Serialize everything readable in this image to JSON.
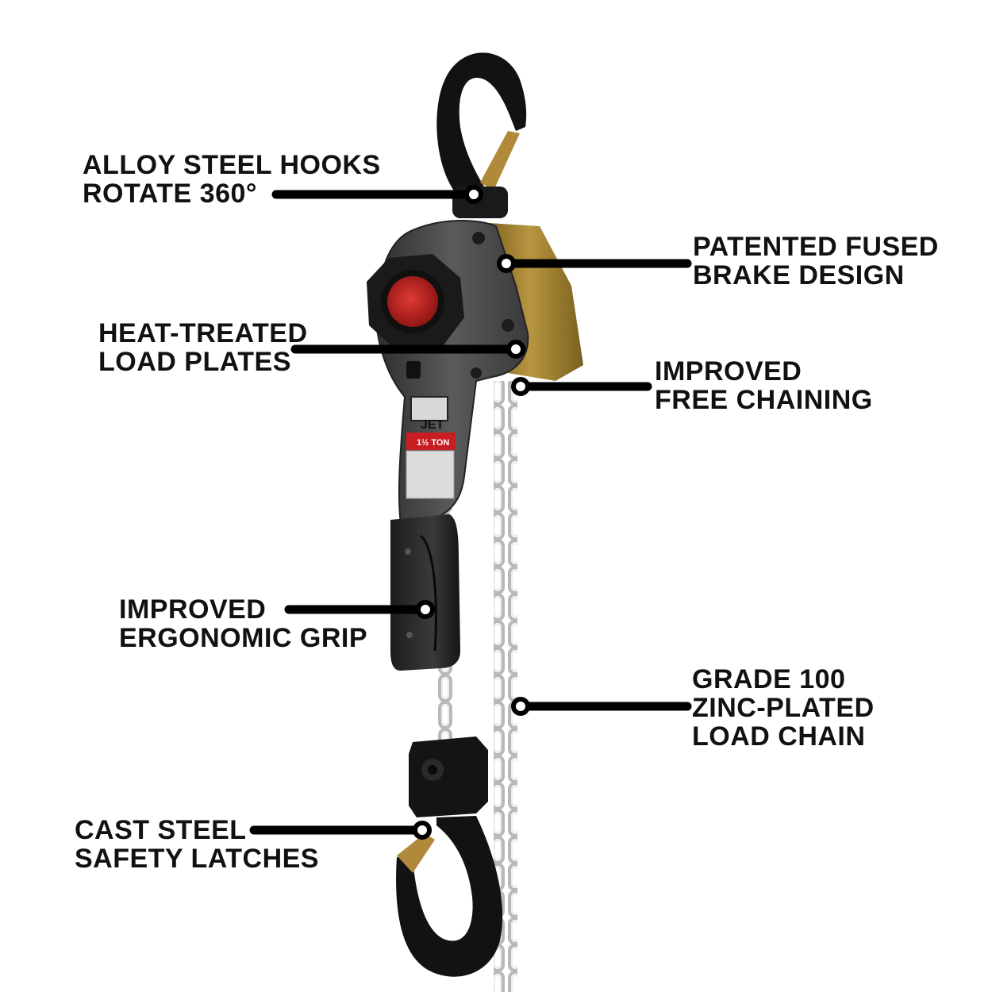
{
  "callouts": {
    "hooks": {
      "line1": "ALLOY STEEL HOOKS",
      "line2": "ROTATE 360°"
    },
    "brake": {
      "line1": "PATENTED FUSED",
      "line2": "BRAKE DESIGN"
    },
    "plates": {
      "line1": "HEAT-TREATED",
      "line2": "LOAD PLATES"
    },
    "chaining": {
      "line1": "IMPROVED",
      "line2": "FREE CHAINING"
    },
    "grip": {
      "line1": "IMPROVED",
      "line2": "ERGONOMIC GRIP"
    },
    "chain": {
      "line1": "GRADE 100",
      "line2": "ZINC-PLATED",
      "line3": "LOAD CHAIN"
    },
    "latches": {
      "line1": "CAST STEEL",
      "line2": "SAFETY LATCHES"
    }
  },
  "product_marks": {
    "brand": "JET",
    "capacity": "1½ TON"
  },
  "colors": {
    "body": "#4a4a4c",
    "brass": "#a8862f",
    "red": "#c41e1e",
    "hook": "#121212",
    "chain": "#c9c9c9",
    "leader": "#000000"
  }
}
